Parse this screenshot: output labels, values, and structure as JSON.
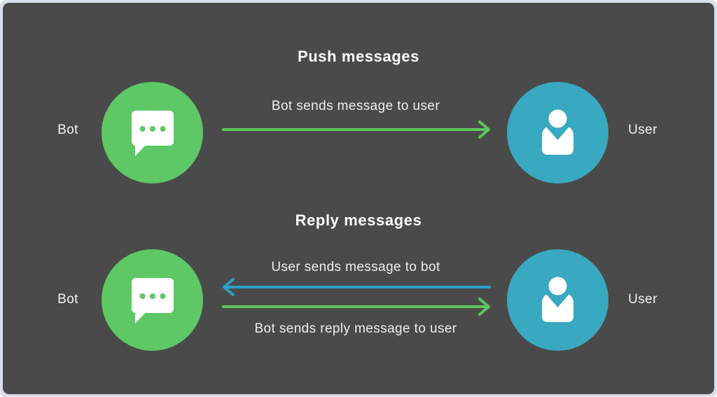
{
  "colors": {
    "canvas_bg": "#4a4a4a",
    "frame_bg": "#dbdfe8",
    "bot_green": "#5ec766",
    "user_blue": "#38a9c1",
    "arrow_green": "#5cc65c",
    "arrow_blue": "#2b9ec9",
    "icon_white": "#ffffff"
  },
  "icons": {
    "bot": "chat-bubble-icon",
    "user": "person-icon"
  },
  "sections": {
    "push": {
      "title": "Push messages",
      "bot": {
        "label": "Bot",
        "icon": "chat-bubble-icon"
      },
      "user": {
        "label": "User",
        "icon": "person-icon"
      },
      "arrow": {
        "label": "Bot sends message to user",
        "direction": "right",
        "color": "green"
      }
    },
    "reply": {
      "title": "Reply messages",
      "bot": {
        "label": "Bot",
        "icon": "chat-bubble-icon"
      },
      "user": {
        "label": "User",
        "icon": "person-icon"
      },
      "arrows": [
        {
          "label": "User sends message to bot",
          "direction": "left",
          "color": "blue"
        },
        {
          "label": "Bot sends reply message to user",
          "direction": "right",
          "color": "green"
        }
      ]
    }
  }
}
